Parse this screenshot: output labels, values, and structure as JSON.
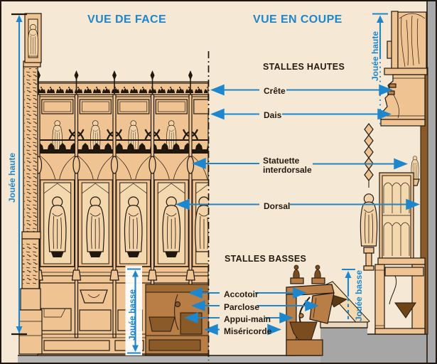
{
  "titles": {
    "front_view": "VUE DE FACE",
    "section_view": "VUE EN COUPE"
  },
  "section_headings": {
    "stalles_hautes": "STALLES HAUTES",
    "stalles_basses": "STALLES BASSES"
  },
  "part_labels": {
    "crete": "Crête",
    "dais": "Dais",
    "statuette_interdorsale": "Statuette interdorsale",
    "dorsal": "Dorsal",
    "accotoir": "Accotoir",
    "parclose": "Parclose",
    "appui_main": "Appui-main",
    "misericorde": "Miséricorde"
  },
  "measure_labels": {
    "jouee_haute_left": "Jouée haute",
    "jouee_haute_right": "Jouée haute",
    "jouee_basse_front": "Jouée basse",
    "jouee_basse_section": "Jouée basse"
  },
  "colors": {
    "accent_blue": "#1c87ce",
    "background_cream": "#f5e8d4",
    "wood_tan": "#efc392",
    "wood_dark": "#b97e45",
    "outline_black": "#20180f",
    "wall_grey": "#a9a9a9",
    "floor_grey": "#b5b5b5"
  }
}
